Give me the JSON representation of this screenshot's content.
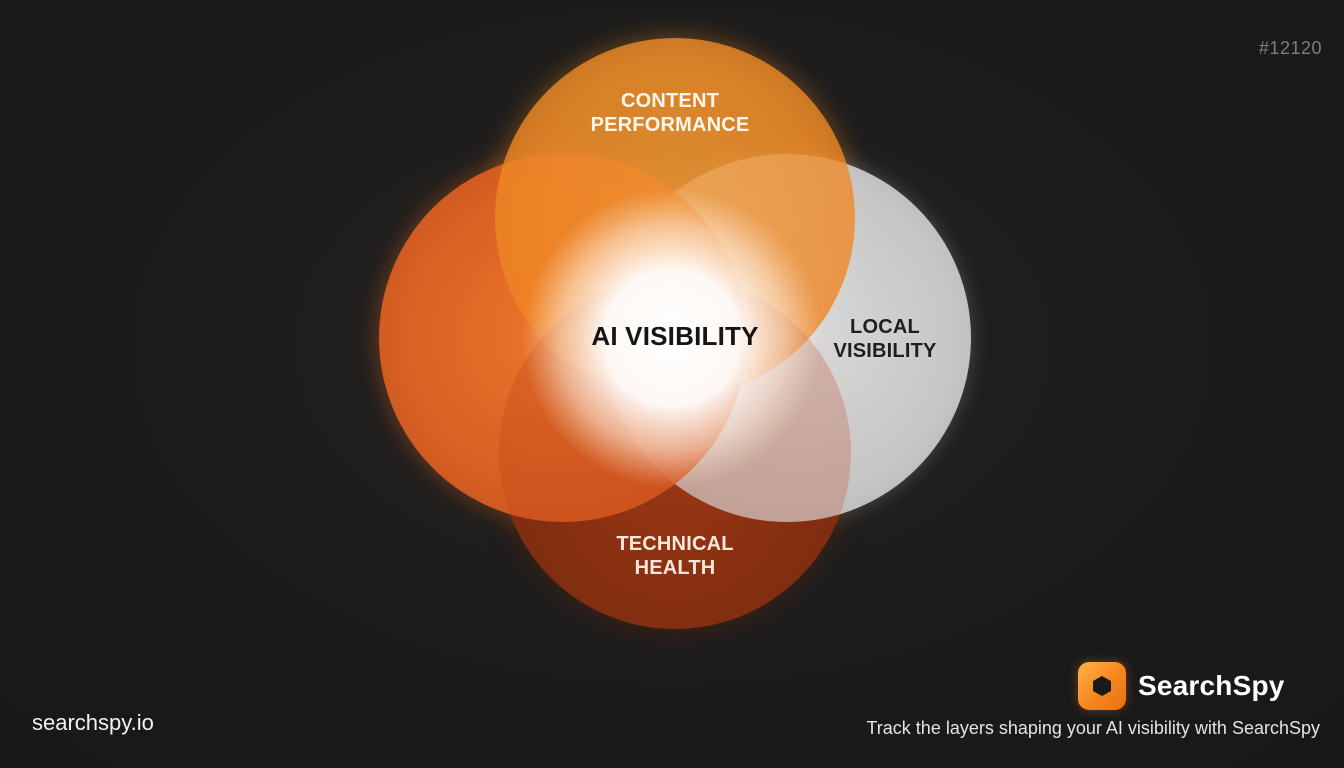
{
  "diagram": {
    "type": "venn",
    "sets": [
      {
        "label_lines": [
          "CONTENT",
          "PERFORMANCE"
        ],
        "color": "#f28a22"
      },
      {
        "label_lines": [],
        "color": "#e8692a"
      },
      {
        "label_lines": [
          "LOCAL",
          "VISIBILITY"
        ],
        "color": "#d9d9d9"
      },
      {
        "label_lines": [
          "TECHNICAL",
          "HEALTH"
        ],
        "color": "#8a3210"
      }
    ],
    "center_label": "AI VISIBILITY"
  },
  "corner_id": "#12120",
  "footer": {
    "url": "searchspy.io",
    "brand_name": "SearchSpy",
    "brand_icon": "hexagon-icon",
    "brand_color": "#f5851f",
    "tagline": "Track the layers shaping your AI visibility with SearchSpy"
  }
}
